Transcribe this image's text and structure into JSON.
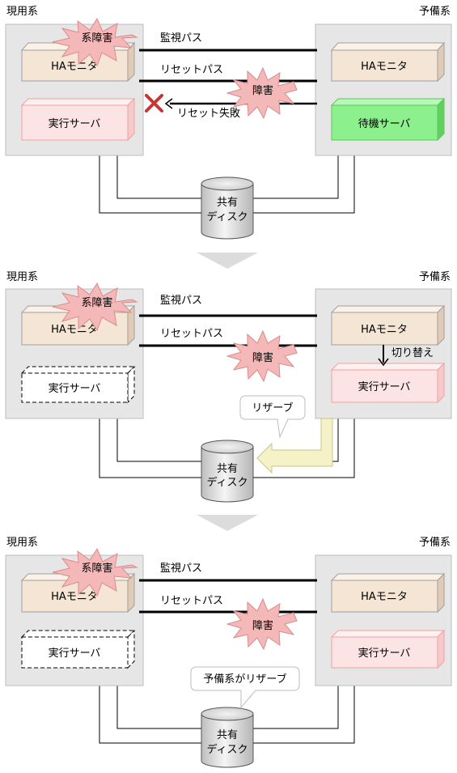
{
  "panel1": {
    "active_label": "現用系",
    "standby_label": "予備系",
    "active_fault": "系障害",
    "active_ha_monitor": "HAモニタ",
    "active_server": "実行サーバ",
    "standby_ha_monitor": "HAモニタ",
    "standby_server": "待機サーバ",
    "monitor_path": "監視パス",
    "reset_path": "リセットパス",
    "path_fault": "障害",
    "reset_failed": "リセット失敗",
    "disk_line1": "共有",
    "disk_line2": "ディスク"
  },
  "panel2": {
    "active_label": "現用系",
    "standby_label": "予備系",
    "active_fault": "系障害",
    "active_ha_monitor": "HAモニタ",
    "active_server": "実行サーバ",
    "standby_ha_monitor": "HAモニタ",
    "standby_server": "実行サーバ",
    "switch_label": "切り替え",
    "monitor_path": "監視パス",
    "reset_path": "リセットパス",
    "path_fault": "障害",
    "reserve_callout": "リザーブ",
    "disk_line1": "共有",
    "disk_line2": "ディスク"
  },
  "panel3": {
    "active_label": "現用系",
    "standby_label": "予備系",
    "active_fault": "系障害",
    "active_ha_monitor": "HAモニタ",
    "active_server": "実行サーバ",
    "standby_ha_monitor": "HAモニタ",
    "standby_server": "実行サーバ",
    "monitor_path": "監視パス",
    "reset_path": "リセットパス",
    "path_fault": "障害",
    "reserve_callout": "予備系がリザーブ",
    "disk_line1": "共有",
    "disk_line2": "ディスク"
  },
  "colors": {
    "host_bg": "#e6e6e6",
    "ha_monitor": "#f5e5d5",
    "exec_server": "#fce4e4",
    "standby_server": "#8cf08c",
    "fault_burst": "#f5b8b8",
    "fail_mark": "#cc3333",
    "reserve_arrow": "#f4f2c6",
    "transition_arrow": "#dcdcdc",
    "disk": "#d9d9d9"
  }
}
